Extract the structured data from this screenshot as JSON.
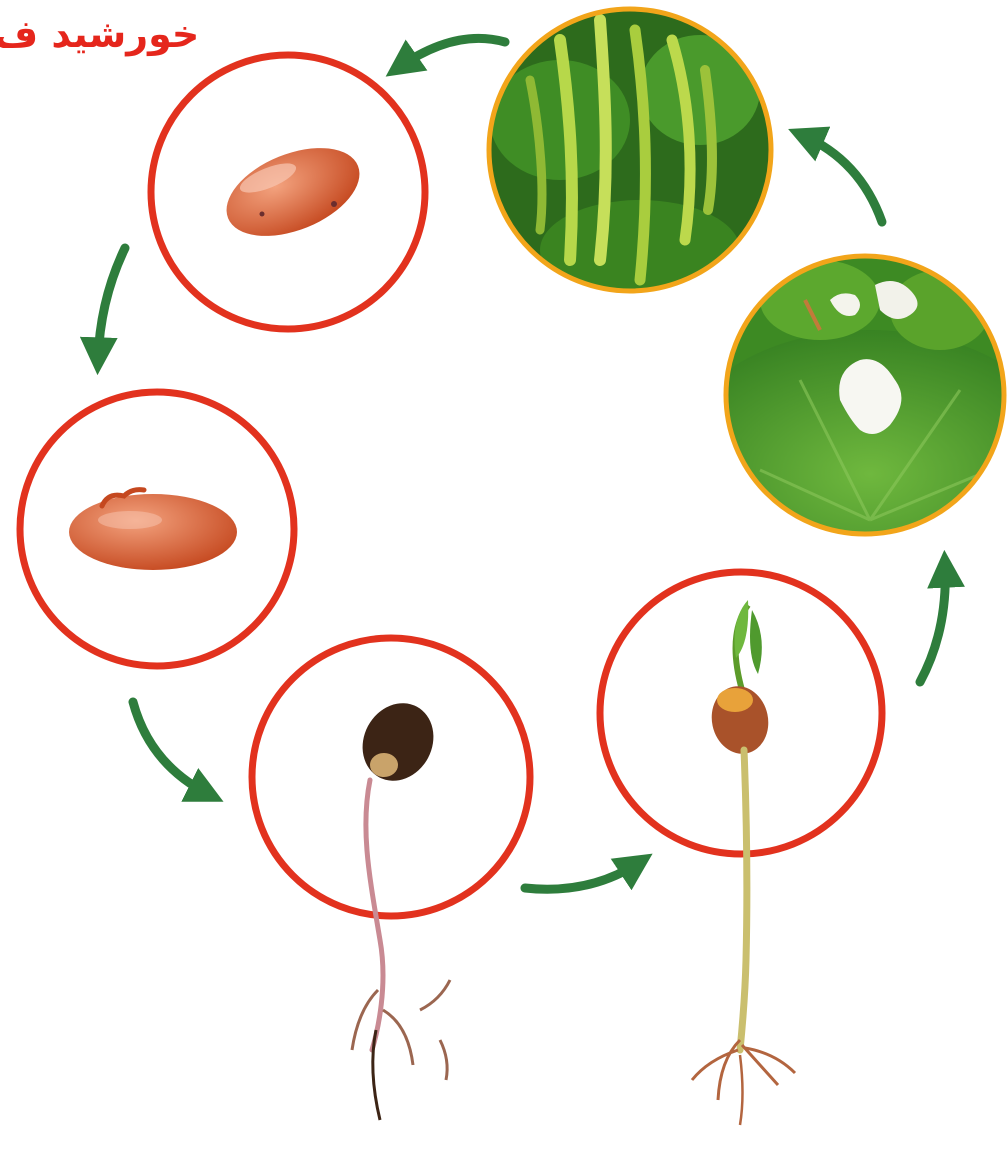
{
  "title": "خورشید ف",
  "colors": {
    "ring": "#e2321e",
    "ring_photo": "#f2a51a",
    "arrow": "#2e7d3c",
    "title": "#e5261c",
    "seed": "#d9622f",
    "leaf": "#4f9a2e",
    "pod": "#b7d84a",
    "flower": "#f7f7f2"
  },
  "stages": [
    {
      "name": "bean-seed",
      "icon": "bean-seed-icon"
    },
    {
      "name": "swelling-seed",
      "icon": "swelling-seed-icon"
    },
    {
      "name": "germinating-seed",
      "icon": "germinating-seed-icon"
    },
    {
      "name": "seedling",
      "icon": "seedling-icon"
    },
    {
      "name": "flowering-plant",
      "icon": "flowering-plant-icon"
    },
    {
      "name": "bean-pods",
      "icon": "bean-pods-icon"
    }
  ]
}
